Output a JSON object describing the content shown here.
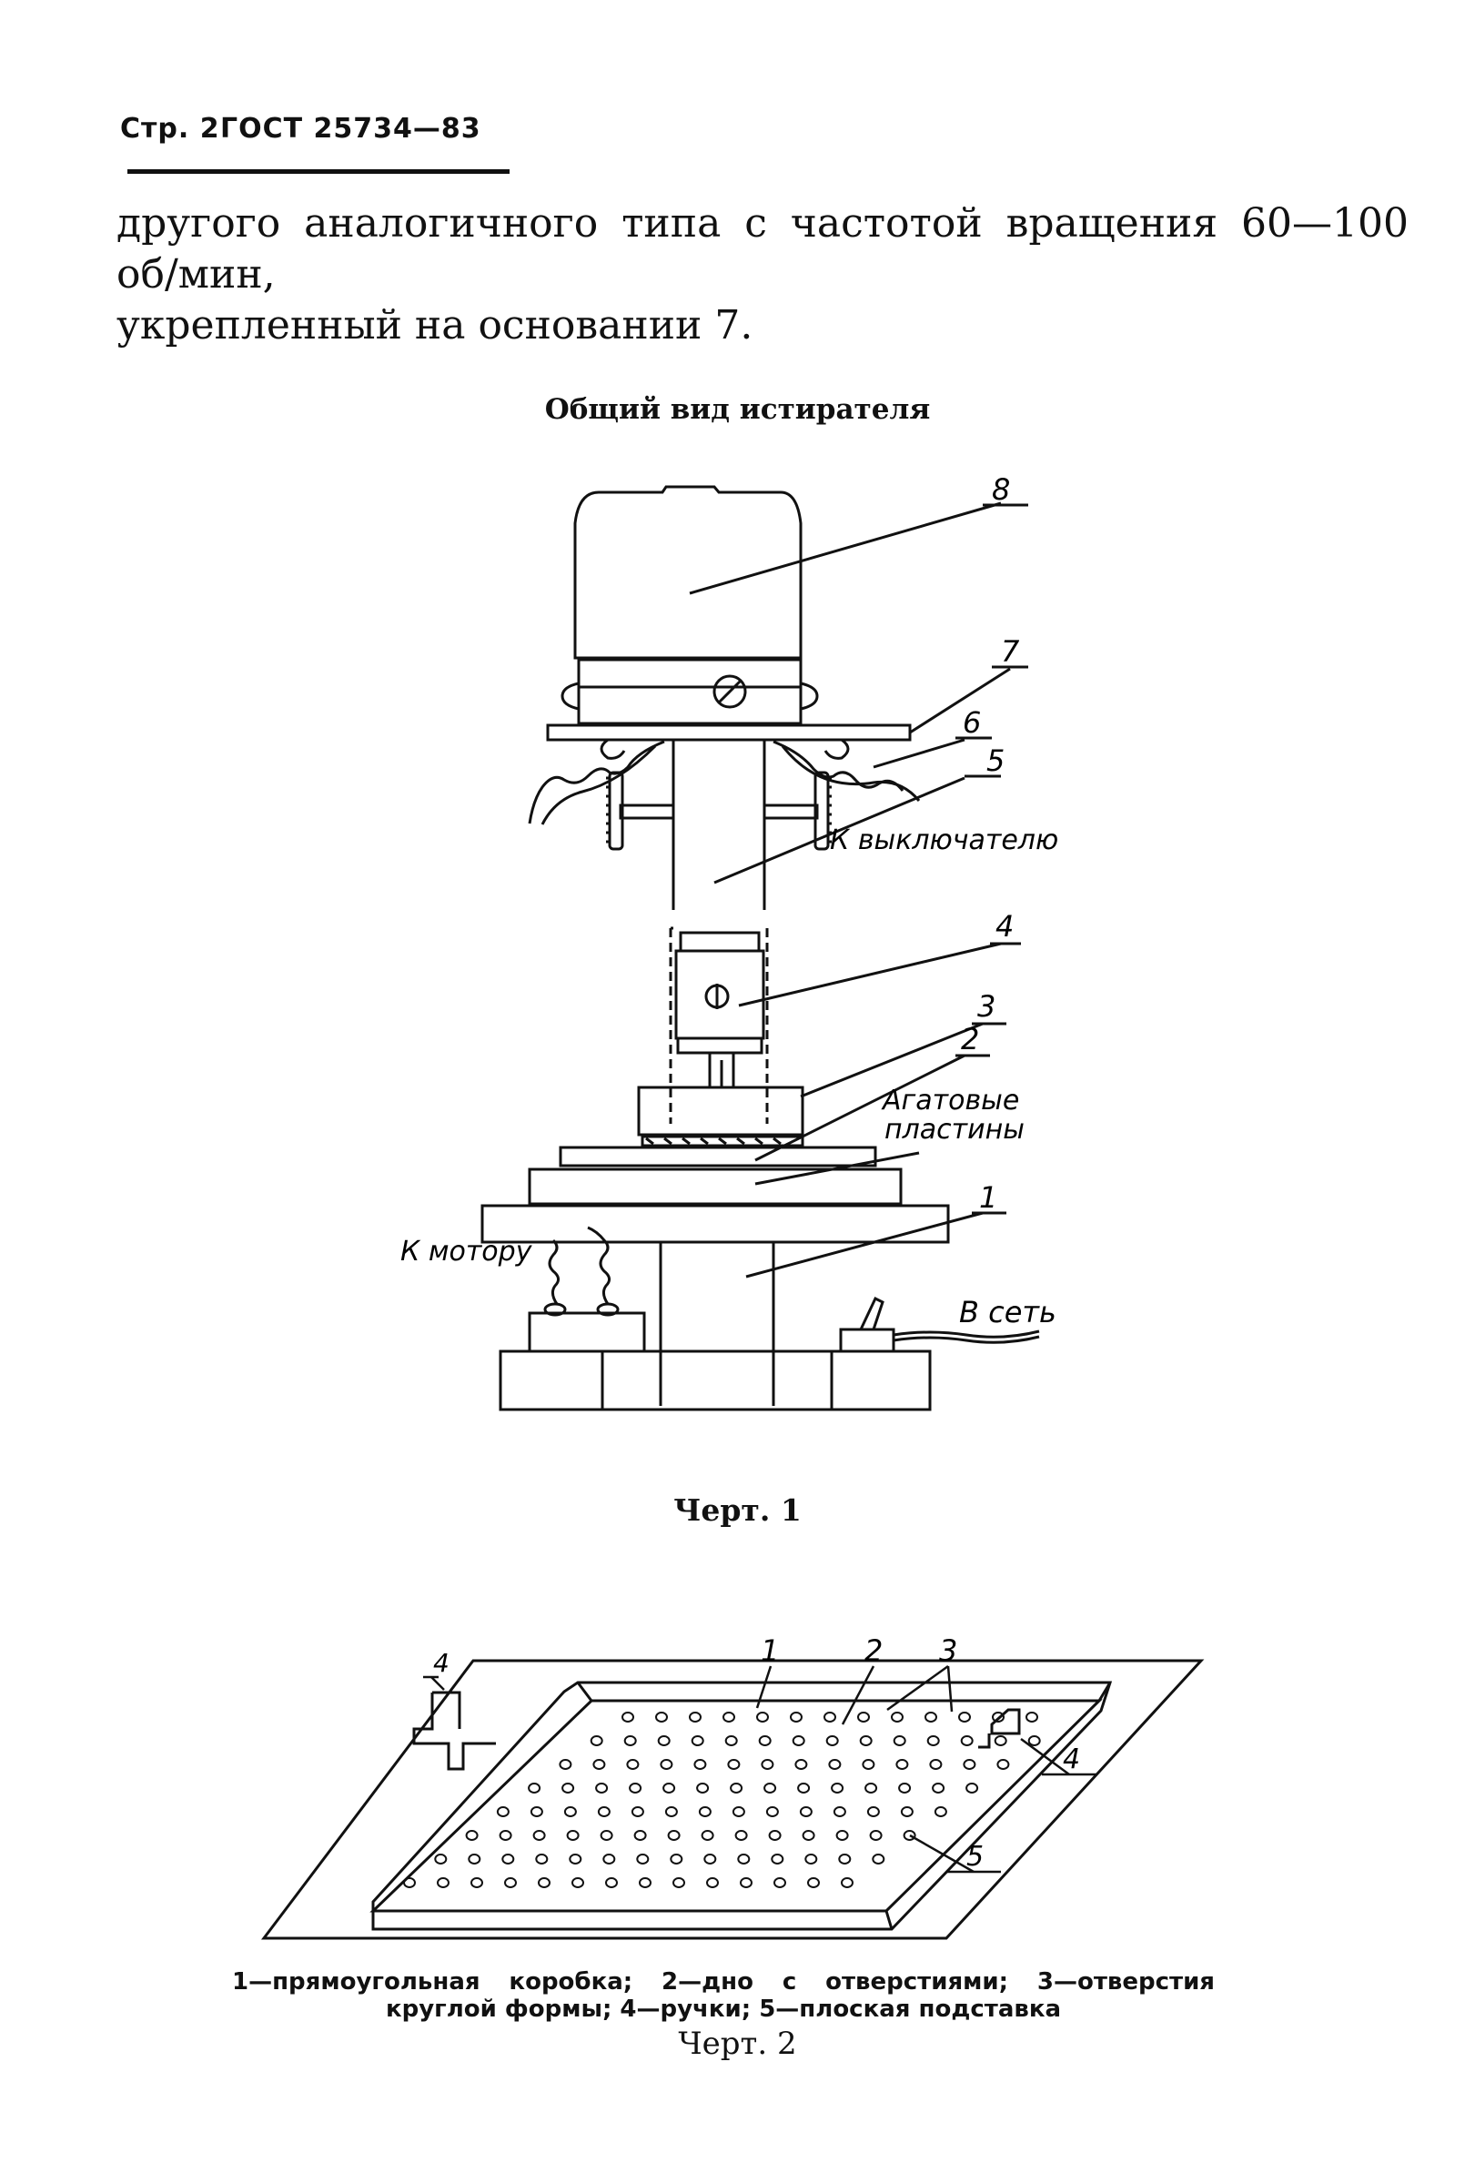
{
  "header": {
    "page": "Стр. 2",
    "standard": "ГОСТ 25734—83"
  },
  "paragraph": {
    "line1": "другого аналогичного типа с частотой вращения 60—100 об/мин,",
    "line2": "укрепленный на основании 7."
  },
  "figure1": {
    "title": "Общий вид истирателя",
    "caption": "Черт. 1",
    "callouts": [
      "8",
      "7",
      "6",
      "5",
      "4",
      "3",
      "2",
      "1"
    ],
    "labels": {
      "switch": "К выключателю",
      "agate_line1": "Агатовые",
      "agate_line2": "пластины",
      "motor": "К мотору",
      "mains": "В сеть"
    }
  },
  "figure2": {
    "callouts": [
      "1",
      "2",
      "3",
      "4",
      "4",
      "5"
    ],
    "caption": "Черт. 2",
    "legend": {
      "line1": "1—прямоугольная коробка; 2—дно с отверстиями; 3—отверстия",
      "line2": "круглой формы; 4—ручки; 5—плоская подставка"
    }
  }
}
